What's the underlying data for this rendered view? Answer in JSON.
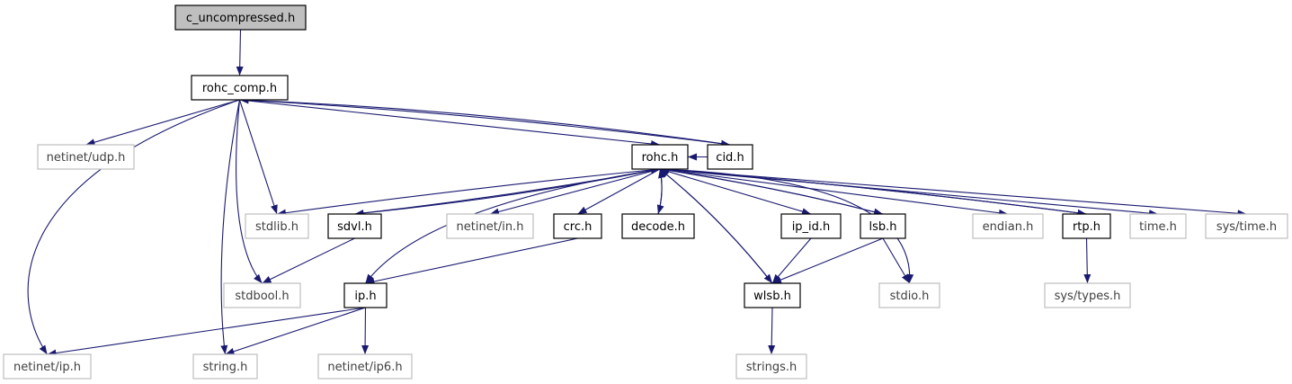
{
  "colors": {
    "edge": "#191970",
    "root_fill": "#bfbfbf",
    "local_border": "#000000",
    "system_border": "#bfbfbf",
    "local_text": "#000000",
    "system_text": "#404040",
    "background": "#ffffff"
  },
  "nodes": [
    {
      "id": "c_uncompressed",
      "label": "c_uncompressed.h",
      "kind": "root"
    },
    {
      "id": "rohc_comp",
      "label": "rohc_comp.h",
      "kind": "local"
    },
    {
      "id": "netinet_udp",
      "label": "netinet/udp.h",
      "kind": "system"
    },
    {
      "id": "rohc",
      "label": "rohc.h",
      "kind": "local"
    },
    {
      "id": "cid",
      "label": "cid.h",
      "kind": "local"
    },
    {
      "id": "stdlib",
      "label": "stdlib.h",
      "kind": "system"
    },
    {
      "id": "sdvl",
      "label": "sdvl.h",
      "kind": "local"
    },
    {
      "id": "netinet_in",
      "label": "netinet/in.h",
      "kind": "system"
    },
    {
      "id": "crc",
      "label": "crc.h",
      "kind": "local"
    },
    {
      "id": "decode",
      "label": "decode.h",
      "kind": "local"
    },
    {
      "id": "ip_id",
      "label": "ip_id.h",
      "kind": "local"
    },
    {
      "id": "lsb",
      "label": "lsb.h",
      "kind": "local"
    },
    {
      "id": "endian",
      "label": "endian.h",
      "kind": "system"
    },
    {
      "id": "rtp",
      "label": "rtp.h",
      "kind": "local"
    },
    {
      "id": "time",
      "label": "time.h",
      "kind": "system"
    },
    {
      "id": "sys_time",
      "label": "sys/time.h",
      "kind": "system"
    },
    {
      "id": "stdbool",
      "label": "stdbool.h",
      "kind": "system"
    },
    {
      "id": "ip",
      "label": "ip.h",
      "kind": "local"
    },
    {
      "id": "wlsb",
      "label": "wlsb.h",
      "kind": "local"
    },
    {
      "id": "stdio",
      "label": "stdio.h",
      "kind": "system"
    },
    {
      "id": "sys_types",
      "label": "sys/types.h",
      "kind": "system"
    },
    {
      "id": "netinet_ip",
      "label": "netinet/ip.h",
      "kind": "system"
    },
    {
      "id": "string",
      "label": "string.h",
      "kind": "system"
    },
    {
      "id": "netinet_ip6",
      "label": "netinet/ip6.h",
      "kind": "system"
    },
    {
      "id": "strings",
      "label": "strings.h",
      "kind": "system"
    }
  ],
  "edges": [
    {
      "from": "c_uncompressed",
      "to": "rohc_comp"
    },
    {
      "from": "rohc_comp",
      "to": "netinet_udp"
    },
    {
      "from": "rohc_comp",
      "to": "rohc"
    },
    {
      "from": "rohc_comp",
      "to": "cid"
    },
    {
      "from": "rohc_comp",
      "to": "stdlib"
    },
    {
      "from": "rohc_comp",
      "to": "stdbool"
    },
    {
      "from": "rohc_comp",
      "to": "string"
    },
    {
      "from": "rohc_comp",
      "to": "netinet_ip"
    },
    {
      "from": "cid",
      "to": "rohc_comp"
    },
    {
      "from": "cid",
      "to": "rohc"
    },
    {
      "from": "rohc",
      "to": "stdlib"
    },
    {
      "from": "rohc",
      "to": "sdvl"
    },
    {
      "from": "rohc",
      "to": "netinet_in"
    },
    {
      "from": "rohc",
      "to": "crc"
    },
    {
      "from": "rohc",
      "to": "decode"
    },
    {
      "from": "rohc",
      "to": "ip_id"
    },
    {
      "from": "rohc",
      "to": "lsb"
    },
    {
      "from": "rohc",
      "to": "endian"
    },
    {
      "from": "rohc",
      "to": "rtp"
    },
    {
      "from": "rohc",
      "to": "time"
    },
    {
      "from": "rohc",
      "to": "sys_time"
    },
    {
      "from": "rohc",
      "to": "ip"
    },
    {
      "from": "rohc",
      "to": "wlsb"
    },
    {
      "from": "rohc",
      "to": "stdio"
    },
    {
      "from": "sdvl",
      "to": "rohc"
    },
    {
      "from": "sdvl",
      "to": "stdbool"
    },
    {
      "from": "decode",
      "to": "rohc"
    },
    {
      "from": "lsb",
      "to": "rohc"
    },
    {
      "from": "lsb",
      "to": "wlsb"
    },
    {
      "from": "lsb",
      "to": "stdio"
    },
    {
      "from": "rtp",
      "to": "rohc"
    },
    {
      "from": "rtp",
      "to": "sys_types"
    },
    {
      "from": "wlsb",
      "to": "rohc"
    },
    {
      "from": "wlsb",
      "to": "strings"
    },
    {
      "from": "crc",
      "to": "ip"
    },
    {
      "from": "ip_id",
      "to": "wlsb"
    },
    {
      "from": "ip",
      "to": "netinet_ip"
    },
    {
      "from": "ip",
      "to": "string"
    },
    {
      "from": "ip",
      "to": "netinet_ip6"
    }
  ]
}
